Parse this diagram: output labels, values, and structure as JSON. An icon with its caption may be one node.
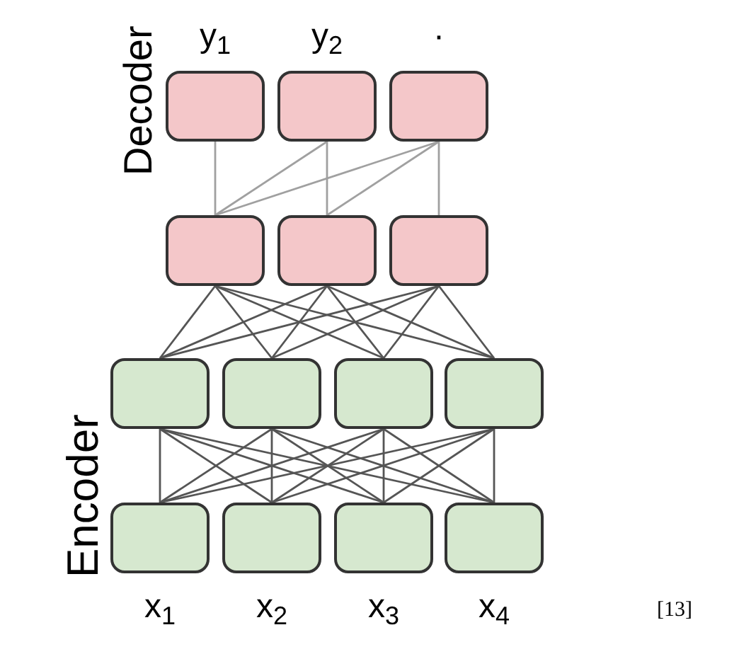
{
  "diagram": {
    "nodes": [
      {
        "text": [],
        "shape": "box",
        "beside": [
          "y$_{1}$"
        ]
      },
      {
        "text": [],
        "shape": "box",
        "beside": [
          "y$_{2}$"
        ]
      },
      {
        "text": [],
        "shape": "box",
        "beside": [
          "·"
        ]
      },
      {
        "text": [],
        "shape": "box"
      },
      {
        "text": [],
        "shape": "box"
      },
      {
        "text": [],
        "shape": "box"
      },
      {
        "text": [],
        "shape": "box"
      },
      {
        "text": [],
        "shape": "box"
      },
      {
        "text": [],
        "shape": "box"
      },
      {
        "text": [],
        "shape": "box"
      },
      {
        "text": [],
        "shape": "box",
        "beside": [
          "x$_{1}$"
        ]
      },
      {
        "text": [],
        "shape": "box",
        "beside": [
          "x$_{2}$"
        ]
      },
      {
        "text": [],
        "shape": "box",
        "beside": [
          "x$_{3}$"
        ]
      },
      {
        "text": [],
        "shape": "box",
        "beside": [
          "x$_{4}$"
        ]
      }
    ],
    "edges": [
      {
        "from": 3,
        "to": 0,
        "arrow": "none",
        "color": "#a0a0a0"
      },
      {
        "from": 3,
        "to": 1,
        "arrow": "none",
        "color": "#a0a0a0"
      },
      {
        "from": 4,
        "to": 1,
        "arrow": "none",
        "color": "#a0a0a0"
      },
      {
        "from": 3,
        "to": 2,
        "arrow": "none",
        "color": "#a0a0a0"
      },
      {
        "from": 4,
        "to": 2,
        "arrow": "none",
        "color": "#a0a0a0"
      },
      {
        "from": 5,
        "to": 2,
        "arrow": "none",
        "color": "#a0a0a0"
      },
      {
        "from": 6,
        "to": 3,
        "arrow": "none"
      },
      {
        "from": 6,
        "to": 4,
        "arrow": "none"
      },
      {
        "from": 6,
        "to": 5,
        "arrow": "none"
      },
      {
        "from": 7,
        "to": 3,
        "arrow": "none"
      },
      {
        "from": 7,
        "to": 4,
        "arrow": "none"
      },
      {
        "from": 7,
        "to": 5,
        "arrow": "none"
      },
      {
        "from": 8,
        "to": 3,
        "arrow": "none"
      },
      {
        "from": 8,
        "to": 4,
        "arrow": "none"
      },
      {
        "from": 8,
        "to": 5,
        "arrow": "none"
      },
      {
        "from": 9,
        "to": 3,
        "arrow": "none"
      },
      {
        "from": 9,
        "to": 4,
        "arrow": "none"
      },
      {
        "from": 9,
        "to": 5,
        "arrow": "none"
      },
      {
        "from": 10,
        "to": 6,
        "arrow": "none"
      },
      {
        "from": 10,
        "to": 7,
        "arrow": "none"
      },
      {
        "from": 10,
        "to": 8,
        "arrow": "none"
      },
      {
        "from": 10,
        "to": 9,
        "arrow": "none"
      },
      {
        "from": 11,
        "to": 6,
        "arrow": "none"
      },
      {
        "from": 11,
        "to": 7,
        "arrow": "none"
      },
      {
        "from": 11,
        "to": 8,
        "arrow": "none"
      },
      {
        "from": 11,
        "to": 9,
        "arrow": "none"
      },
      {
        "from": 12,
        "to": 6,
        "arrow": "none"
      },
      {
        "from": 12,
        "to": 7,
        "arrow": "none"
      },
      {
        "from": 12,
        "to": 8,
        "arrow": "none"
      },
      {
        "from": 12,
        "to": 9,
        "arrow": "none"
      },
      {
        "from": 13,
        "to": 6,
        "arrow": "none"
      },
      {
        "from": 13,
        "to": 7,
        "arrow": "none"
      },
      {
        "from": 13,
        "to": 8,
        "arrow": "none"
      },
      {
        "from": 13,
        "to": 9,
        "arrow": "none"
      }
    ],
    "labels": [
      "Decoder",
      "Encoder",
      "[13]"
    ]
  }
}
